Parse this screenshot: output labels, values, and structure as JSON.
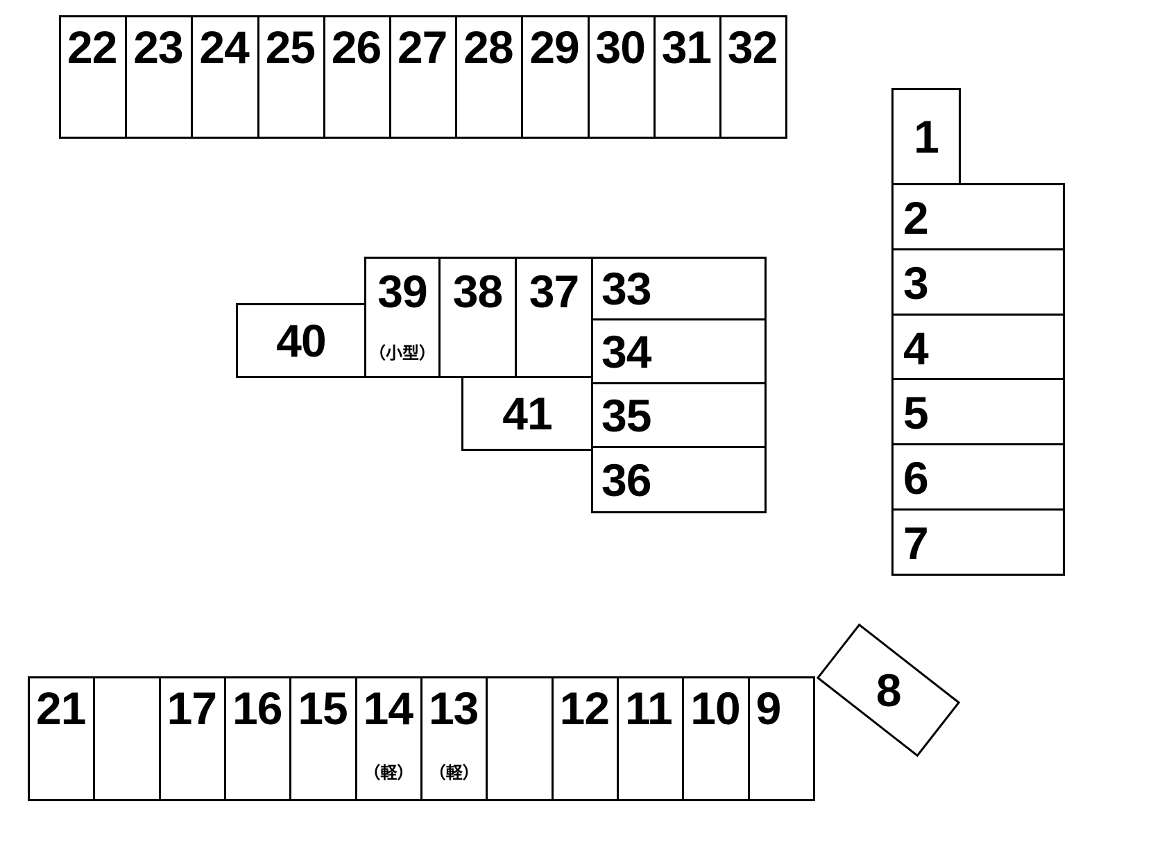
{
  "colors": {
    "background": "#ffffff",
    "line": "#000000",
    "text": "#000000"
  },
  "spaces": {
    "s1": {
      "label": "1"
    },
    "s2": {
      "label": "2"
    },
    "s3": {
      "label": "3"
    },
    "s4": {
      "label": "4"
    },
    "s5": {
      "label": "5"
    },
    "s6": {
      "label": "6"
    },
    "s7": {
      "label": "7"
    },
    "s8": {
      "label": "8"
    },
    "s9": {
      "label": "9"
    },
    "s10": {
      "label": "10"
    },
    "s11": {
      "label": "11"
    },
    "s12": {
      "label": "12"
    },
    "s13": {
      "label": "13",
      "sublabel": "（軽）"
    },
    "s14": {
      "label": "14",
      "sublabel": "（軽）"
    },
    "s15": {
      "label": "15"
    },
    "s16": {
      "label": "16"
    },
    "s17": {
      "label": "17"
    },
    "s21": {
      "label": "21"
    },
    "s22": {
      "label": "22"
    },
    "s23": {
      "label": "23"
    },
    "s24": {
      "label": "24"
    },
    "s25": {
      "label": "25"
    },
    "s26": {
      "label": "26"
    },
    "s27": {
      "label": "27"
    },
    "s28": {
      "label": "28"
    },
    "s29": {
      "label": "29"
    },
    "s30": {
      "label": "30"
    },
    "s31": {
      "label": "31"
    },
    "s32": {
      "label": "32"
    },
    "s33": {
      "label": "33"
    },
    "s34": {
      "label": "34"
    },
    "s35": {
      "label": "35"
    },
    "s36": {
      "label": "36"
    },
    "s37": {
      "label": "37"
    },
    "s38": {
      "label": "38"
    },
    "s39": {
      "label": "39",
      "sublabel": "（小型）"
    },
    "s40": {
      "label": "40"
    },
    "s41": {
      "label": "41"
    }
  }
}
